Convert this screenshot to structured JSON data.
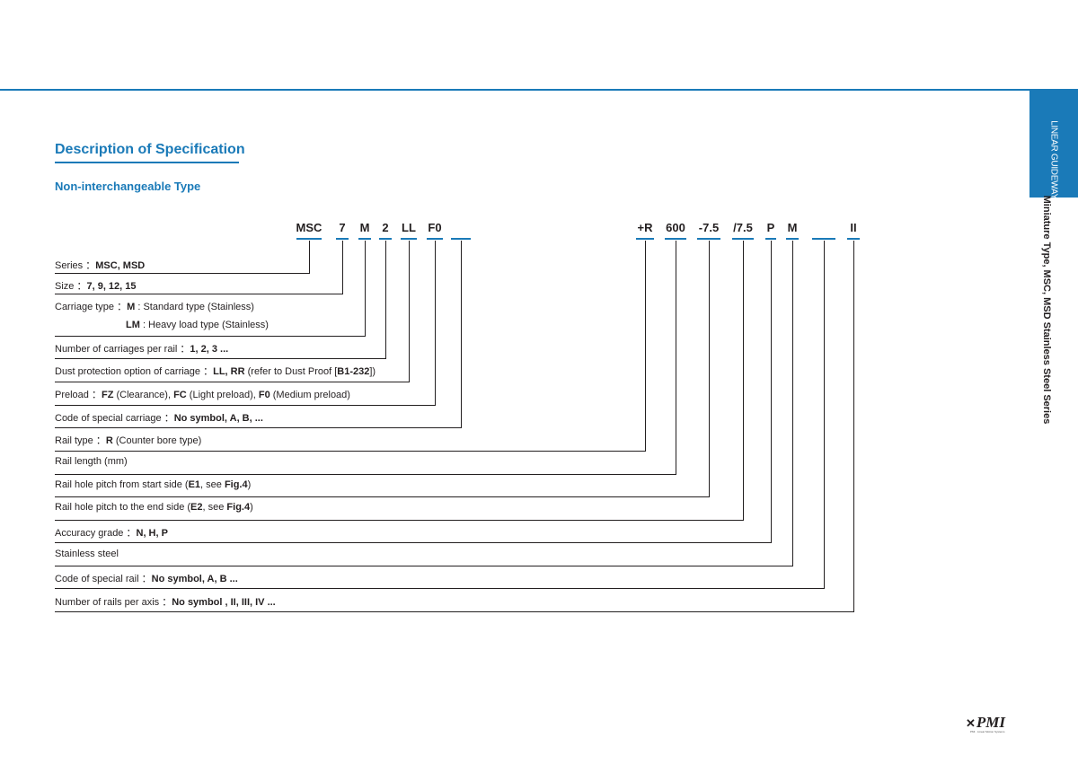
{
  "header": {
    "side_tab": "LINEAR GUIDEWAY",
    "side_series": "Miniature Type, MSC, MSD Stainless Steel Series"
  },
  "title": "Description of Specification",
  "subtitle": "Non-interchangeable Type",
  "codes": [
    "MSC",
    "7",
    "M",
    "2",
    "LL",
    "F0",
    "",
    "+R",
    "600",
    "-7.5",
    "/7.5",
    "P",
    "M",
    "",
    "II"
  ],
  "rows": [
    {
      "pre": "Series",
      "sep": "：",
      "bold": "MSC, MSD",
      "post": ""
    },
    {
      "pre": "Size",
      "sep": "：",
      "bold": "7, 9, 12, 15",
      "post": ""
    },
    {
      "pre": "Carriage type",
      "sep": "：",
      "bold": "M",
      "post": " : Standard type (Stainless)"
    },
    {
      "pre": "",
      "sep": "",
      "bold": "LM",
      "post": " : Heavy load type (Stainless)"
    },
    {
      "pre": "Number of carriages per rail",
      "sep": "：",
      "bold": "1, 2, 3 ...",
      "post": ""
    },
    {
      "pre": "Dust protection option of carriage",
      "sep": "：",
      "bold": "LL, RR",
      "post": " (refer to Dust Proof [",
      "bold2": "B1-232",
      "post2": "])"
    },
    {
      "pre": "Preload",
      "sep": "：",
      "bold": "FZ",
      "post": " (Clearance), ",
      "bold2": "FC",
      "post2": " (Light preload),  ",
      "bold3": "F0",
      "post3": " (Medium preload)"
    },
    {
      "pre": "Code of special carriage",
      "sep": "：",
      "bold": "No symbol, A, B,  ...",
      "post": ""
    },
    {
      "pre": "Rail type",
      "sep": "：",
      "bold": "R",
      "post": " (Counter bore type)"
    },
    {
      "pre": "Rail length (mm)",
      "sep": "",
      "bold": "",
      "post": ""
    },
    {
      "pre": "Rail hole pitch from start side (",
      "sep": "",
      "bold": "E1",
      "post": ", see ",
      "bold2": "Fig.4",
      "post2": ")"
    },
    {
      "pre": "Rail hole pitch to the end side (",
      "sep": "",
      "bold": "E2",
      "post": ", see ",
      "bold2": "Fig.4",
      "post2": ")"
    },
    {
      "pre": "Accuracy grade",
      "sep": "：",
      "bold": "N, H, P",
      "post": ""
    },
    {
      "pre": "Stainless steel",
      "sep": "",
      "bold": "",
      "post": ""
    },
    {
      "pre": "Code of special rail",
      "sep": "：",
      "bold": "No symbol, A, B ...",
      "post": ""
    },
    {
      "pre": "Number of rails per axis",
      "sep": "：",
      "bold": "No symbol , II, III, IV ...",
      "post": ""
    }
  ],
  "logo": {
    "mark": "✕",
    "name": "PMI",
    "sub": "PMI · Linear Motion Systems"
  }
}
